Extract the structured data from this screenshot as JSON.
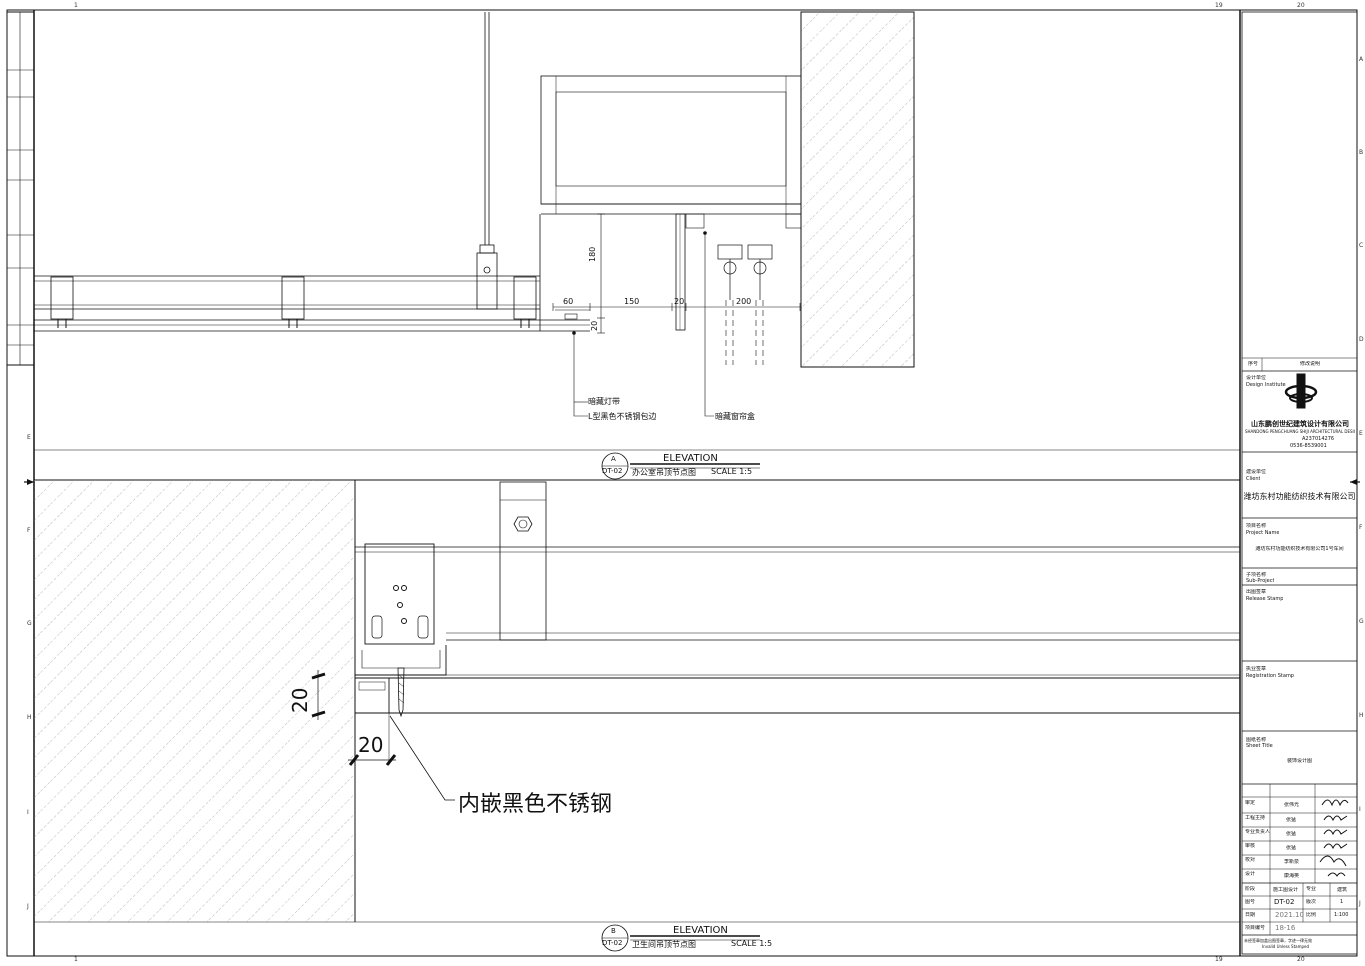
{
  "grid": {
    "top_numbers": [
      "1",
      "19",
      "20"
    ],
    "bottom_numbers": [
      "1",
      "19",
      "20"
    ],
    "row_letters": [
      "A",
      "B",
      "C",
      "D",
      "E",
      "F",
      "G",
      "H",
      "I",
      "J"
    ]
  },
  "detail_a": {
    "heading": "ELEVATION",
    "bubble_letter": "A",
    "bubble_sheet": "DT-02",
    "title": "办公室吊顶节点图",
    "scale": "SCALE 1:5",
    "dimensions": [
      "60",
      "150",
      "20",
      "200",
      "180",
      "20"
    ],
    "labels": [
      "暗藏灯带",
      "L型黑色不锈钢包边",
      "暗藏窗帘盒"
    ]
  },
  "detail_b": {
    "heading": "ELEVATION",
    "bubble_letter": "B",
    "bubble_sheet": "DT-02",
    "title": "卫生间吊顶节点图",
    "scale": "SCALE 1:5",
    "dim_vertical": "20",
    "dim_horizontal": "20",
    "callout": "内嵌黑色不锈钢"
  },
  "title_block": {
    "rev_header": [
      "序号",
      "修改说明"
    ],
    "design_institute_label": "设计单位",
    "design_institute_en": "Design Institute",
    "company_cn": "山东鹏创世纪建筑设计有限公司",
    "company_en": "SHANDONG PENGCHUANG SHIJI ARCHITECTURAL DESIGN CO.,LTD",
    "cert": "A237014276",
    "phone": "0536-8539001",
    "client_label": "建设单位",
    "client_en": "Client",
    "client": "潍坊东村功能纺织技术有限公司",
    "project_label": "项目名称",
    "project_en": "Project Name",
    "project": "潍坊东村功能纺织技术有限公司1号车间",
    "subproject_label": "子项名称",
    "subproject_en": "Sub-Project",
    "release_label": "出图签章",
    "release_en": "Release Stamp",
    "registration_label": "执业签章",
    "registration_en": "Registration Stamp",
    "sheet_title_label": "图纸名称",
    "sheet_title_en": "Sheet Title",
    "sheet_title": "装饰设计图",
    "signoff": [
      {
        "role": "审定",
        "name": "张伟光"
      },
      {
        "role": "工程主持",
        "name": "张猛"
      },
      {
        "role": "专业负责人",
        "name": "张猛"
      },
      {
        "role": "审核",
        "name": "张猛"
      },
      {
        "role": "校对",
        "name": "李新泉"
      },
      {
        "role": "设计",
        "name": "康海英"
      }
    ],
    "stage_label": "阶段",
    "stage": "施工图设计",
    "specialty_label": "专业",
    "specialty": "建筑",
    "sheet_no_label": "图号",
    "sheet_no": "DT-02",
    "revision_label": "版次",
    "revision": "1",
    "date_label": "日期",
    "date": "2021.10",
    "scale_label": "比例",
    "scale": "1:100",
    "project_no_label": "项目编号",
    "project_no": "18-16",
    "footer": "未经签章加盖出图签章，字迹一律无效",
    "footer_en": "Invalid Unless Stamped"
  }
}
